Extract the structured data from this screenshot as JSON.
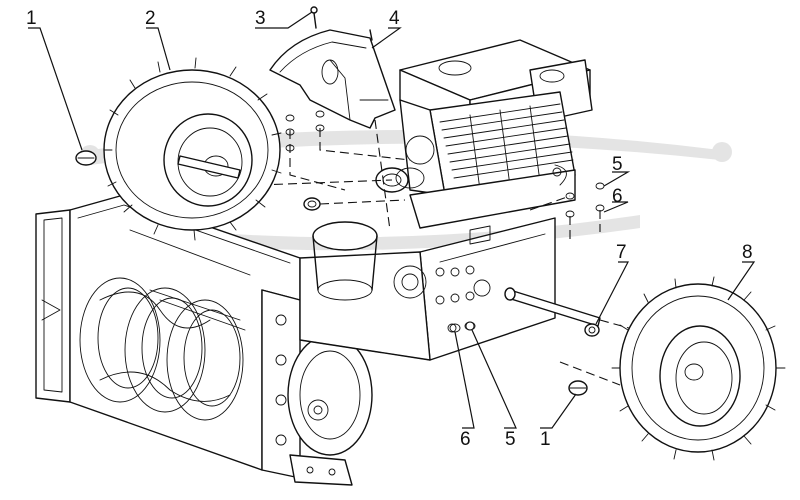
{
  "diagram": {
    "watermark_text": "",
    "callouts": [
      {
        "id": "c1a",
        "label": "1"
      },
      {
        "id": "c2",
        "label": "2"
      },
      {
        "id": "c3",
        "label": "3"
      },
      {
        "id": "c4",
        "label": "4"
      },
      {
        "id": "c5a",
        "label": "5"
      },
      {
        "id": "c6a",
        "label": "6"
      },
      {
        "id": "c7",
        "label": "7"
      },
      {
        "id": "c8",
        "label": "8"
      },
      {
        "id": "c6b",
        "label": "6"
      },
      {
        "id": "c5b",
        "label": "5"
      },
      {
        "id": "c1b",
        "label": "1"
      }
    ]
  }
}
